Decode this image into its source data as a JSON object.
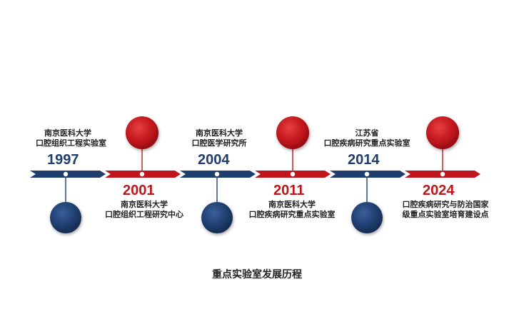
{
  "milestones": [
    {
      "year": "1997",
      "line1": "南京医科大学",
      "line2": "口腔组织工程实验室",
      "color": "#1f3d6e"
    },
    {
      "year": "2001",
      "line1": "南京医科大学",
      "line2": "口腔组织工程研究中心",
      "color": "#c0151c"
    },
    {
      "year": "2004",
      "line1": "南京医科大学",
      "line2": "口腔医学研究所",
      "color": "#1f3d6e"
    },
    {
      "year": "2011",
      "line1": "南京医科大学",
      "line2": "口腔疾病研究重点实验室",
      "color": "#c0151c"
    },
    {
      "year": "2014",
      "line1": "江苏省",
      "line2": "口腔疾病研究重点实验室",
      "color": "#1f3d6e"
    },
    {
      "year": "2024",
      "line1": "口腔疾病研究与防治国家",
      "line2": "级重点实验室培育建设点",
      "color": "#c0151c"
    }
  ],
  "caption": "重点实验室发展历程",
  "colors": {
    "blue": "#1f3d6e",
    "red": "#c0151c"
  }
}
